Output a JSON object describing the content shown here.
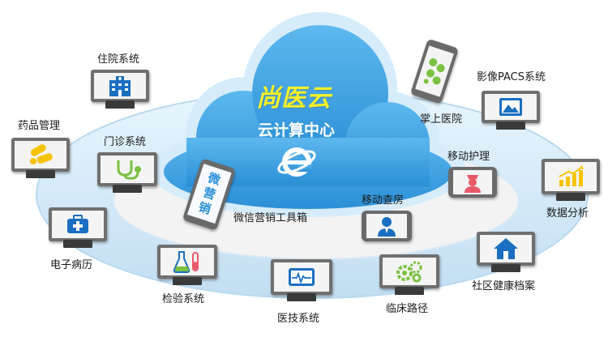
{
  "cloud": {
    "brand": "尚医云",
    "subtitle": "云计算中心"
  },
  "nodes": {
    "inpatient": "住院系统",
    "pacs": "影像PACS系统",
    "mobile_hospital": "掌上医院",
    "pharmacy": "药品管理",
    "outpatient": "门诊系统",
    "mobile_nursing": "移动护理",
    "data_analysis": "数据分析",
    "wechat_marketing": "微信营销工具箱",
    "wechat_phone_text": [
      "微",
      "营",
      "销"
    ],
    "mobile_rounds": "移动查房",
    "emr": "电子病历",
    "community_health": "社区健康档案",
    "lab": "检验系统",
    "clinical_path": "临床路径",
    "medical_tech": "医技系统"
  },
  "colors": {
    "cloud_blue": "#3aa0e2",
    "ring_blue": "#cfe8f8",
    "brand_yellow": "#f5ef2a",
    "icon_blue": "#1a6fc0",
    "icon_green": "#7cc142",
    "icon_yellow": "#f6c300",
    "icon_red": "#e85a6a"
  }
}
